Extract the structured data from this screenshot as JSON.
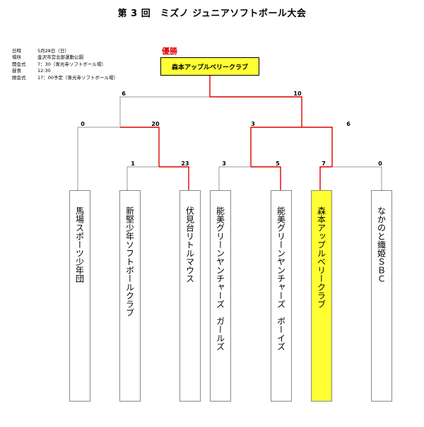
{
  "title": "第 3 回　ミズノ ジュニアソフトボール大会",
  "info": [
    {
      "label": "日時",
      "value": "5月28日（日）"
    },
    {
      "label": "場所",
      "value": "金沢市営北部運動公園"
    },
    {
      "label": "開会式",
      "value": "7：30（専光寺ソフトボール場）"
    },
    {
      "label": "昼食",
      "value": "12:30"
    },
    {
      "label": "閉会式",
      "value": "17：00予定（専光寺ソフトボール場）"
    }
  ],
  "winner_label": "優勝",
  "champion": "森本アップルベリークラブ",
  "colors": {
    "winner_path": "#e00000",
    "line": "#999999",
    "highlight": "#ffff33"
  },
  "teams": [
    {
      "num": "1",
      "name": "馬場スポーツ少年団"
    },
    {
      "num": "2",
      "name": "新堅少年ソフトボールクラブ"
    },
    {
      "num": "3",
      "name": "伏見台リトルマウス"
    },
    {
      "num": "4",
      "name": "能美グリーンヤンチャーズ　ガールズ"
    },
    {
      "num": "5",
      "name": "能美グリーンヤンチャーズ　ボーイズ"
    },
    {
      "num": "6",
      "name": "森本アップルベリークラブ"
    },
    {
      "num": "7",
      "name": "なかのと織姫ＳＢＣ"
    }
  ],
  "scores": {
    "r1_2v3": [
      "1",
      "23"
    ],
    "r1_4v5": [
      "3",
      "5"
    ],
    "r1_6v7": [
      "7",
      "0"
    ],
    "sf_1vw23": [
      "0",
      "20"
    ],
    "sf_w45vw67": [
      "3",
      "6"
    ],
    "final": [
      "6",
      "10"
    ]
  }
}
